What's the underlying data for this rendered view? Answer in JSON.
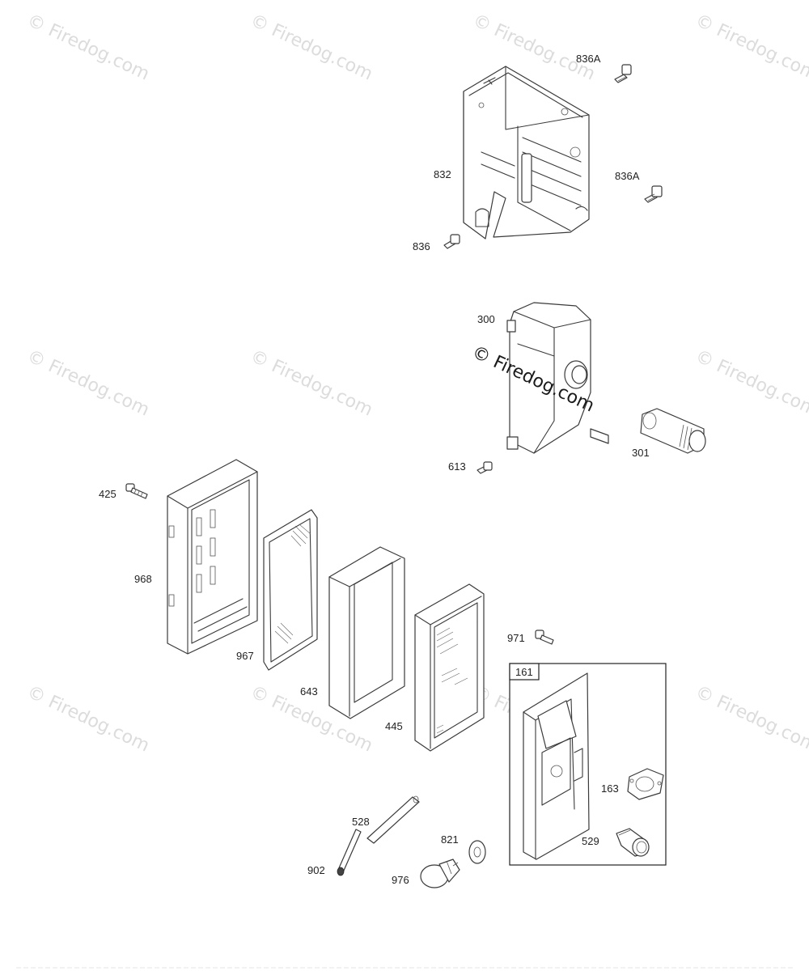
{
  "watermark": {
    "text": "© Firedog.com",
    "center_text": "© Firedog.com",
    "color": "#dcdcdc"
  },
  "labels": {
    "p836a_top": "836A",
    "p832": "832",
    "p836a_right": "836A",
    "p836": "836",
    "p300": "300",
    "p301": "301",
    "p613": "613",
    "p425": "425",
    "p968": "968",
    "p967": "967",
    "p643": "643",
    "p445": "445",
    "p971": "971",
    "p161": "161",
    "p163": "163",
    "p529": "529",
    "p528": "528",
    "p821": "821",
    "p902": "902",
    "p976": "976"
  }
}
